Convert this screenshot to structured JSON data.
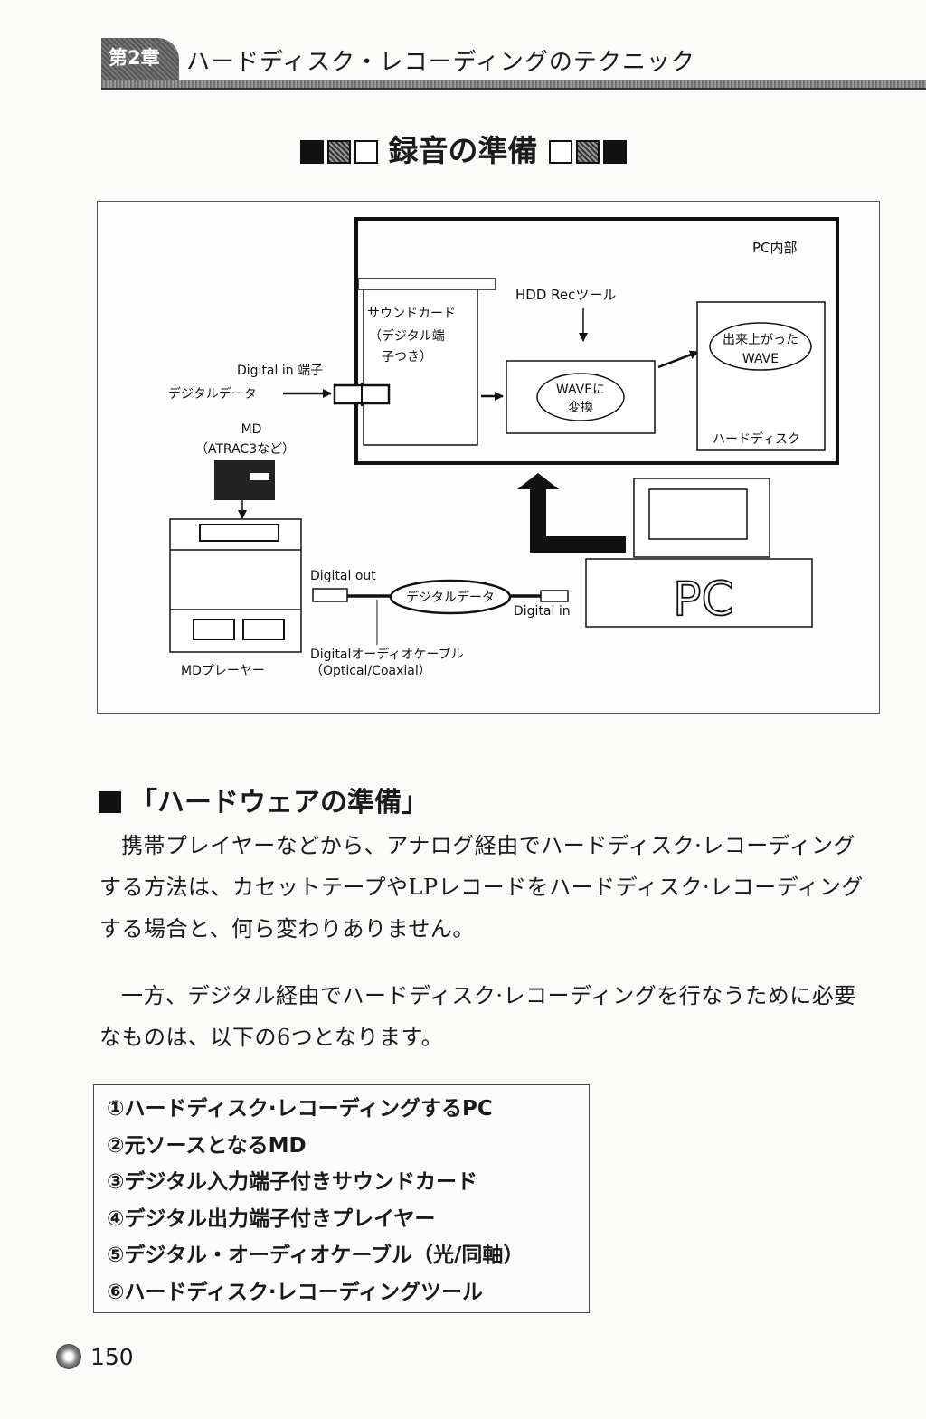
{
  "header": {
    "chapter_badge": "第2章",
    "chapter_title": "ハードディスク・レコーディングのテクニック"
  },
  "figure": {
    "title": "録音の準備",
    "labels": {
      "pc_inside": "PC内部",
      "hdd_rec_tool": "HDD Recツール",
      "sound_card_1": "サウンドカード",
      "sound_card_2": "（デジタル端",
      "sound_card_3": "子つき）",
      "digital_in_port": "Digital in 端子",
      "digital_data_left": "デジタルデータ",
      "wave_convert_1": "WAVEに",
      "wave_convert_2": "変換",
      "finished_wave_1": "出来上がった",
      "finished_wave_2": "WAVE",
      "hard_disk": "ハードディスク",
      "md": "MD",
      "md_format": "（ATRAC3など）",
      "digital_out": "Digital out",
      "digital_data_cable": "デジタルデータ",
      "digital_in": "Digital in",
      "pc": "PC",
      "cable_1": "Digitalオーディオケーブル",
      "cable_2": "（Optical/Coaxial）",
      "md_player": "MDプレーヤー"
    }
  },
  "section": {
    "heading": "「ハードウェアの準備」",
    "paragraph1": "携帯プレイヤーなどから、アナログ経由でハードディスク·レコーディングする方法は、カセットテープやLPレコードをハードディスク·レコーディングする場合と、何ら変わりありません。",
    "paragraph2": "一方、デジタル経由でハードディスク·レコーディングを行なうために必要なものは、以下の6つとなります。",
    "requirements": [
      "①ハードディスク·レコーディングするPC",
      "②元ソースとなるMD",
      "③デジタル入力端子付きサウンドカード",
      "④デジタル出力端子付きプレイヤー",
      "⑤デジタル・オーディオケーブル（光/同軸）",
      "⑥ハードディスク·レコーディングツール"
    ]
  },
  "page_number": "150"
}
